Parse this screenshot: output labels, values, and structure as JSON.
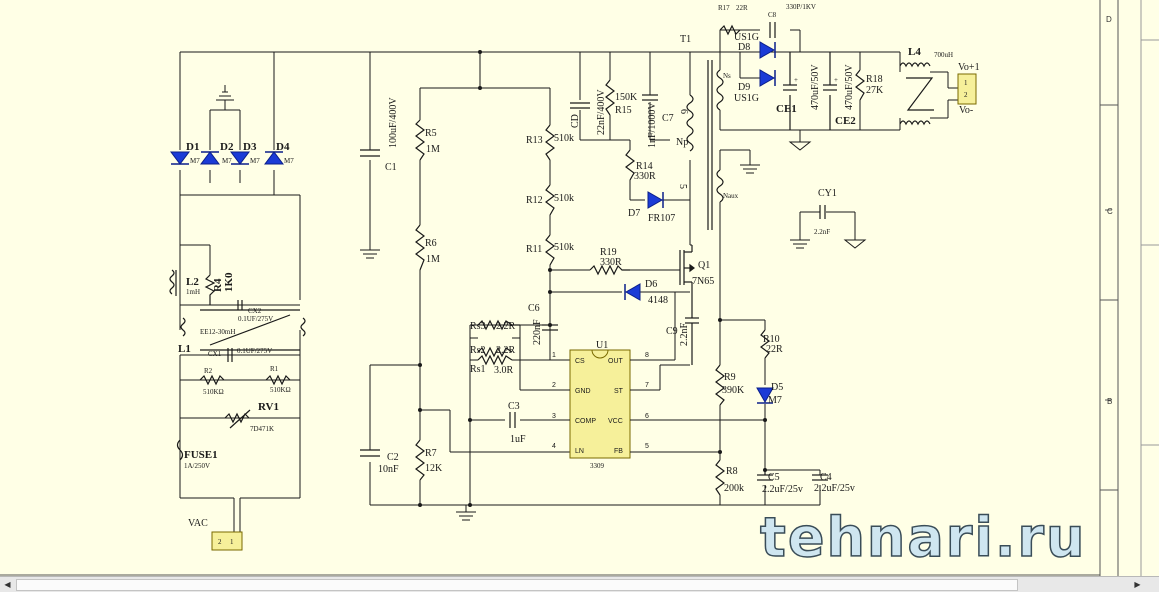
{
  "zones": [
    "D",
    "C",
    "B"
  ],
  "watermark": "tehnari.ru",
  "components": {
    "D1": "D1",
    "D2": "D2",
    "D3": "D3",
    "D4": "D4",
    "M7": "M7",
    "L2": "L2",
    "L2v": "1mH",
    "R4": "R4",
    "R4v": "1K0",
    "CX2": "CX2",
    "CX2v": "0.1UF/275V",
    "L1": "L1",
    "L1v": "EE12-30mH",
    "CX1": "CX1",
    "CX1v": "0.1UF/275V",
    "R2": "R2",
    "R2v": "510KΩ",
    "R1": "R1",
    "R1v": "510KΩ",
    "RV1": "RV1",
    "RV1v": "7D471K",
    "FUSE1": "FUSE1",
    "FUSE1v": "1A/250V",
    "VAC": "VAC",
    "J1a": "2",
    "J1b": "1",
    "C1": "C1",
    "C1v": "100uF/400V",
    "C2": "C2",
    "C2v": "10nF",
    "R5": "R5",
    "R5v": "1M",
    "R6": "R6",
    "R6v": "1M",
    "R7": "R7",
    "R7v": "12K",
    "R13": "R13",
    "R13v": "510k",
    "R12": "R12",
    "R12v": "510k",
    "R11": "R11",
    "R11v": "510k",
    "R19": "R19",
    "R19v": "330R",
    "C6": "C6",
    "C6v": "220nF",
    "Rs3": "Rs3",
    "Rs3v": "2.2R",
    "Rs2": "Rs2",
    "Rs2v": "2.2R",
    "Rs1": "Rs1",
    "Rs1v": "3.0R",
    "U1": "U1",
    "U1v": "3309",
    "C3": "C3",
    "C3v": "1uF",
    "CD": "CD",
    "CDv": "22nF/400V",
    "R15": "R15",
    "R15v": "150K",
    "C7": "C7",
    "C7v": "1nF/1000V",
    "R14": "R14",
    "R14v": "330R",
    "D7": "D7",
    "D7v": "FR107",
    "D6": "D6",
    "D6v": "4148",
    "Q1": "Q1",
    "Q1v": "7N65",
    "C9": "C9",
    "C9v": "2.2nF",
    "T1": "T1",
    "Ns": "Ns",
    "Np": "Np",
    "Naux": "Naux",
    "w6": "6",
    "w5": "5",
    "R17": "R17",
    "R17v": "22R",
    "C8": "C8",
    "C8v": "330P/1KV",
    "D8": "D8",
    "D8p": "US1G",
    "D9": "D9",
    "D9p": "US1G",
    "CE1": "CE1",
    "CE1v": "470uF/50V",
    "CE2": "CE2",
    "CE2v": "470uF/50V",
    "R18": "R18",
    "R18v": "27K",
    "L4": "L4",
    "L4v": "700uH",
    "J2a": "Vo+1",
    "J2n1": "1",
    "J2n2": "2",
    "J2b": "Vo-",
    "CY1": "CY1",
    "CY1v": "2.2nF",
    "R10": "R10",
    "R10v": "22R",
    "D5": "D5",
    "D5v": "M7",
    "R9": "R9",
    "R9v": "390K",
    "R8": "R8",
    "R8v": "200k",
    "C5": "C5",
    "C5v": "2.2uF/25v",
    "C4": "C4",
    "C4v": "2.2uF/25v"
  },
  "ic_pins": {
    "cs": "CS",
    "gnd": "GND",
    "comp": "COMP",
    "ln": "LN",
    "out": "OUT",
    "st": "ST",
    "vcc": "VCC",
    "fb": "FB",
    "p1": "1",
    "p2": "2",
    "p3": "3",
    "p4": "4",
    "p5": "5",
    "p6": "6",
    "p7": "7",
    "p8": "8"
  }
}
